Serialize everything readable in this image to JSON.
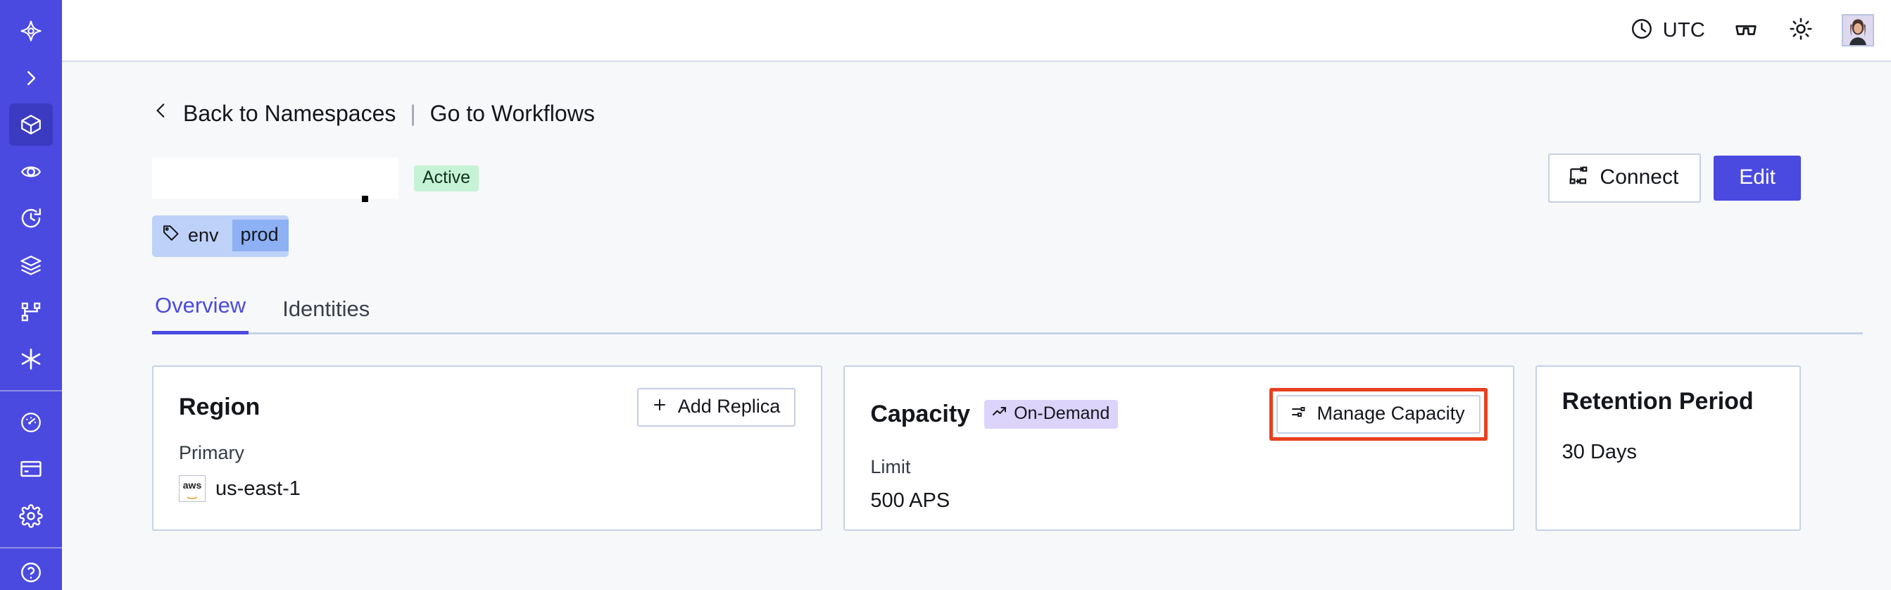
{
  "sidebar": {
    "items": [
      {
        "name": "logo-icon",
        "label": "Temporal Logo"
      },
      {
        "name": "expand-icon",
        "label": "Expand Navigation"
      },
      {
        "name": "namespaces-icon",
        "label": "Namespaces"
      },
      {
        "name": "workflows-icon",
        "label": "Workflows"
      },
      {
        "name": "schedules-icon",
        "label": "Schedules"
      },
      {
        "name": "batch-operations-icon",
        "label": "Batch Operations"
      },
      {
        "name": "nexus-icon",
        "label": "Nexus"
      },
      {
        "name": "worker-deployments-icon",
        "label": "Worker Deployments"
      },
      {
        "name": "usage-icon",
        "label": "Usage"
      },
      {
        "name": "billing-icon",
        "label": "Billing"
      },
      {
        "name": "settings-icon",
        "label": "Settings"
      },
      {
        "name": "help-icon",
        "label": "Help"
      }
    ],
    "active_index": 2,
    "brand_color": "#4a4ae0",
    "active_color": "#3b3bc2"
  },
  "topbar": {
    "timezone": "UTC",
    "timezone_icon": "clock-icon",
    "docs_icon": "glasses-icon",
    "theme_icon": "sun-icon",
    "avatar_name": "user-avatar"
  },
  "breadcrumb": {
    "back_icon": "chevron-left-icon",
    "back_label": "Back to Namespaces",
    "separator": "|",
    "forward_label": "Go to Workflows"
  },
  "header": {
    "namespace_name": "",
    "status_badge": "Active",
    "status_color": "#c6f2d6",
    "connect_label": "Connect",
    "connect_icon": "connect-flow-icon",
    "edit_label": "Edit",
    "edit_color": "#4a4ae0"
  },
  "tags": [
    {
      "icon": "tag-icon",
      "key": "env",
      "value": "prod"
    }
  ],
  "tabs": [
    {
      "label": "Overview",
      "active": true
    },
    {
      "label": "Identities",
      "active": false
    }
  ],
  "cards": {
    "region": {
      "title": "Region",
      "button_label": "Add Replica",
      "button_icon": "plus-icon",
      "sub_label": "Primary",
      "provider_icon": "aws-icon",
      "provider_text": "aws",
      "value": "us-east-1"
    },
    "capacity": {
      "title": "Capacity",
      "badge_label": "On-Demand",
      "badge_icon": "trending-up-icon",
      "badge_color": "#ddd4fb",
      "button_label": "Manage Capacity",
      "button_icon": "sliders-icon",
      "highlight_color": "#e8401f",
      "sub_label": "Limit",
      "value": "500 APS"
    },
    "retention": {
      "title": "Retention Period",
      "value": "30 Days"
    }
  }
}
